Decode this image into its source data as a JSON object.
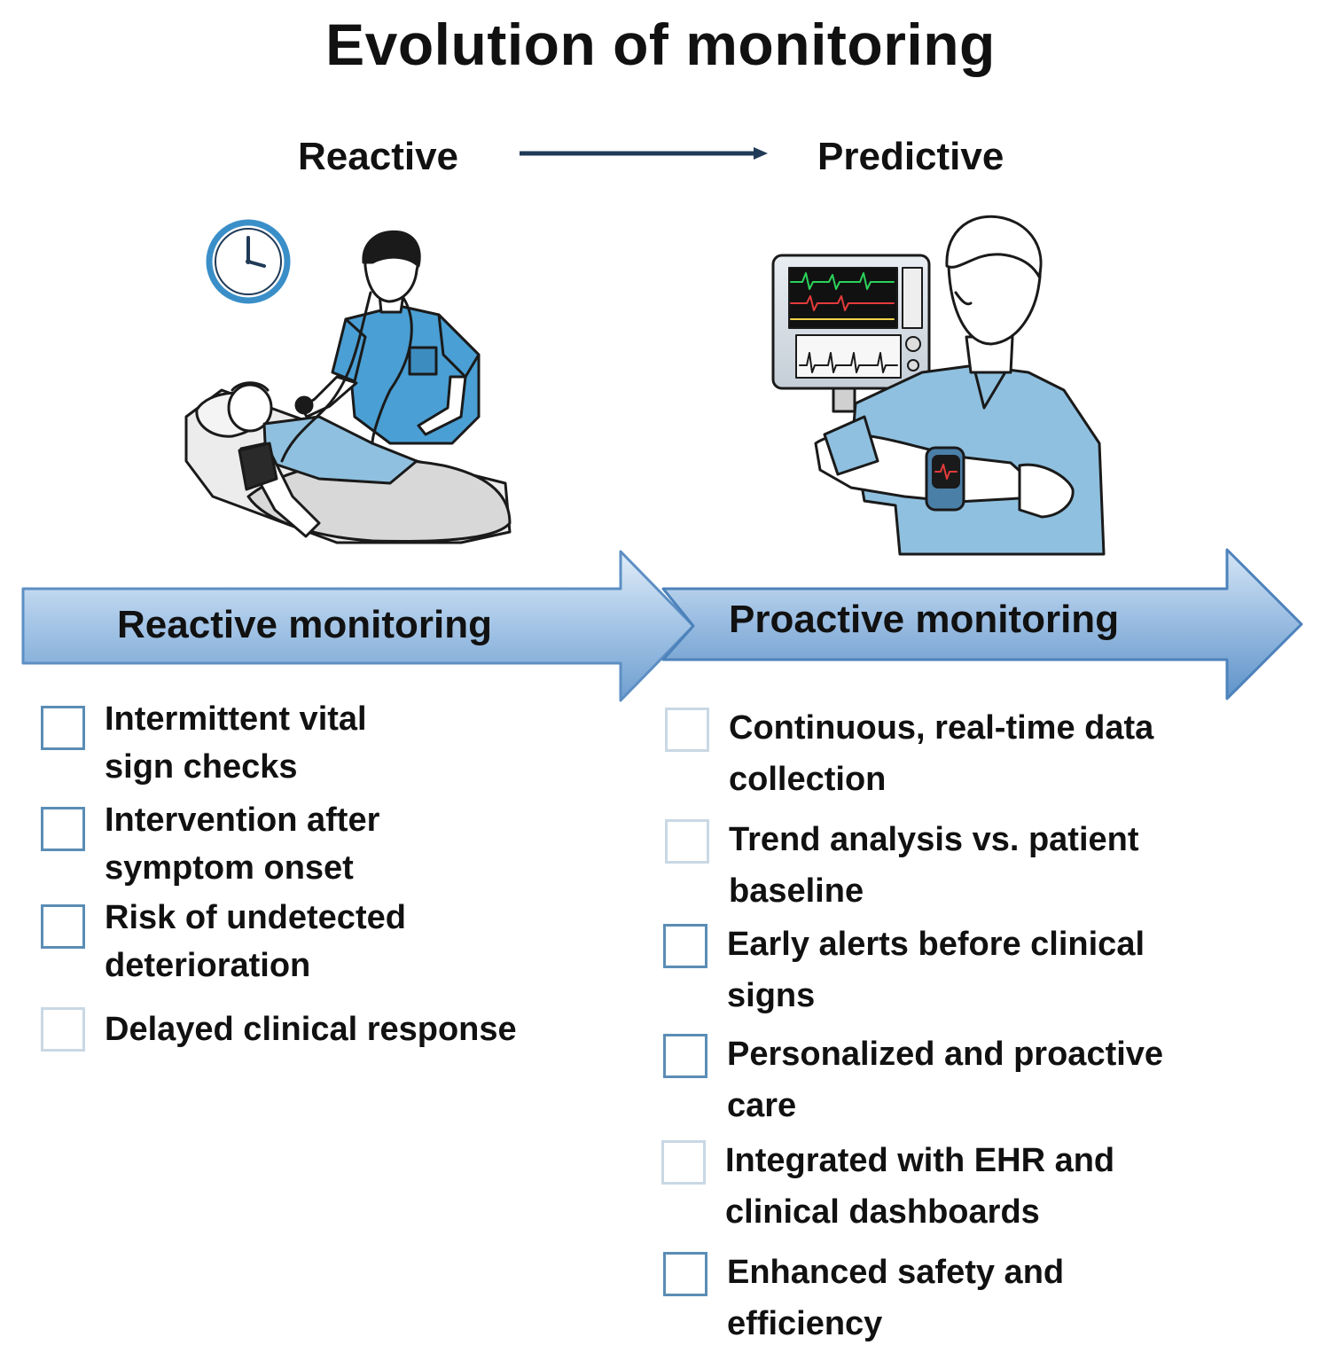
{
  "title": "Evolution of monitoring",
  "timeline": {
    "from_label": "Reactive",
    "to_label": "Predictive"
  },
  "banners": {
    "reactive": "Reactive monitoring",
    "proactive": "Proactive monitoring"
  },
  "reactive_items": [
    "Intermittent vital sign checks",
    "Intervention after symptom onset",
    "Risk of undetected deterioration",
    "Delayed clinical response"
  ],
  "proactive_items": [
    "Continuous, real-time data collection",
    "Trend analysis vs. patient baseline",
    "Early alerts before clinical signs",
    "Personalized and proactive care",
    "Integrated with EHR and clinical dashboards",
    "Enhanced safety and efficiency"
  ],
  "colors": {
    "arrow_light": "#d2e3f2",
    "arrow_dark": "#6f9fd0",
    "scrubs": "#4a9fd4",
    "scrubs_light": "#8fc0df",
    "checkbox_border": "#5b8db5",
    "timeline_arrow": "#1f3a57"
  },
  "icons": {
    "clock": "clock-icon",
    "nurse_scene": "nurse-checking-blood-pressure-illustration",
    "clinician_scene": "clinician-with-smartwatch-and-monitor-illustration"
  }
}
